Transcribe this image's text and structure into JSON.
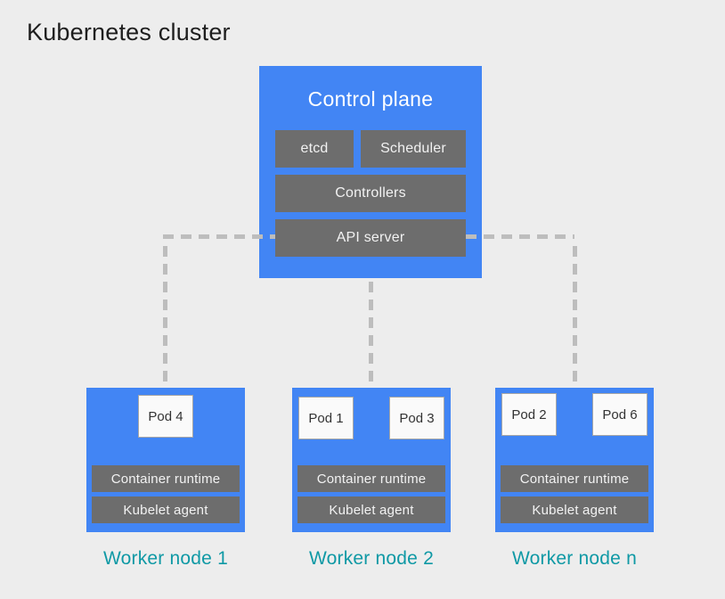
{
  "page": {
    "title": "Kubernetes cluster"
  },
  "colors": {
    "background": "#ededed",
    "node_blue": "#4285f4",
    "component_gray": "#6d6d6d",
    "connector_dash": "#bdbdbd",
    "worker_label_teal": "#0f99a5",
    "pod_background": "#fafafa"
  },
  "control_plane": {
    "title": "Control plane",
    "etcd": "etcd",
    "scheduler": "Scheduler",
    "controllers": "Controllers",
    "api_server": "API server"
  },
  "worker_nodes": [
    {
      "label": "Worker node 1",
      "pods": [
        "Pod 4"
      ],
      "container_runtime": "Container runtime",
      "kubelet_agent": "Kubelet agent"
    },
    {
      "label": "Worker node 2",
      "pods": [
        "Pod 1",
        "Pod 3"
      ],
      "container_runtime": "Container runtime",
      "kubelet_agent": "Kubelet agent"
    },
    {
      "label": "Worker node n",
      "pods": [
        "Pod 2",
        "Pod 6"
      ],
      "container_runtime": "Container runtime",
      "kubelet_agent": "Kubelet agent"
    }
  ]
}
